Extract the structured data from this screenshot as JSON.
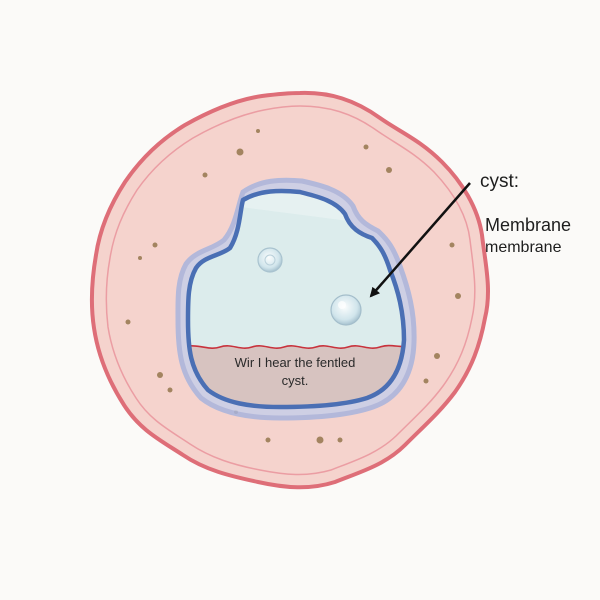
{
  "labels": {
    "pointer_label": "cyst:",
    "membrane_heading": "Membrane",
    "membrane_subheading": "membrane"
  },
  "caption": {
    "line1": "Wir I hear the fentled",
    "line2": "cyst."
  },
  "colors": {
    "outer_tissue_fill": "#f5d3cd",
    "outer_tissue_stroke": "#de6e78",
    "cyst_wall_blue": "#4a6fb4",
    "cyst_wall_lavender": "#a8b4dd",
    "cyst_fluid": "#dcecec",
    "sediment": "#d7c3c0",
    "sediment_line": "#c8323c",
    "granule": "#a38460"
  }
}
